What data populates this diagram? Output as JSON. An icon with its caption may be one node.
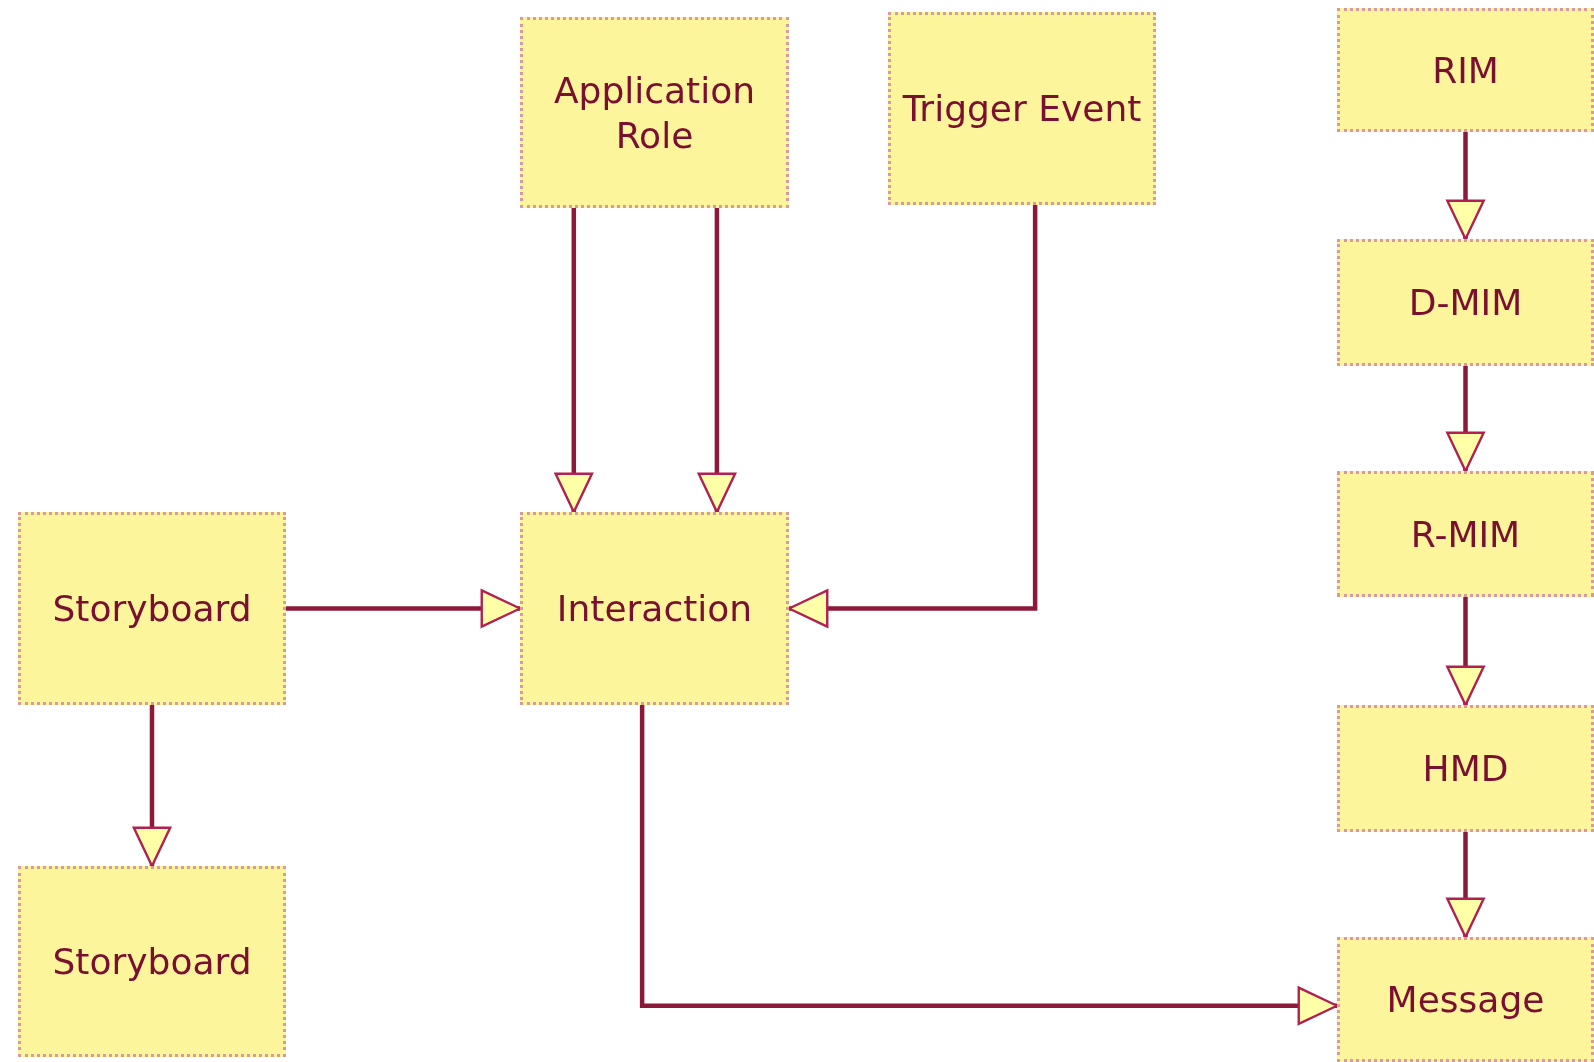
{
  "diagram": {
    "nodes": [
      {
        "text": [
          "Application Role"
        ]
      },
      {
        "text": [
          "Trigger Event"
        ]
      },
      {
        "text": [
          "RIM"
        ]
      },
      {
        "text": [
          "D-MIM"
        ]
      },
      {
        "text": [
          "R-MIM"
        ]
      },
      {
        "text": [
          "Storyboard"
        ]
      },
      {
        "text": [
          "Interaction"
        ]
      },
      {
        "text": [
          "HMD"
        ]
      },
      {
        "text": [
          "Storyboard"
        ]
      },
      {
        "text": [
          "Message"
        ]
      }
    ],
    "edges": [
      {
        "from": 0,
        "to": 6,
        "arrow": "to"
      },
      {
        "from": 0,
        "to": 6,
        "arrow": "to"
      },
      {
        "from": 1,
        "to": 6,
        "arrow": "to"
      },
      {
        "from": 5,
        "to": 6,
        "arrow": "to"
      },
      {
        "from": 5,
        "to": 8,
        "arrow": "to"
      },
      {
        "from": 6,
        "to": 9,
        "arrow": "to"
      },
      {
        "from": 2,
        "to": 3,
        "arrow": "to"
      },
      {
        "from": 3,
        "to": 4,
        "arrow": "to"
      },
      {
        "from": 4,
        "to": 7,
        "arrow": "to"
      },
      {
        "from": 7,
        "to": 9,
        "arrow": "to"
      }
    ]
  }
}
